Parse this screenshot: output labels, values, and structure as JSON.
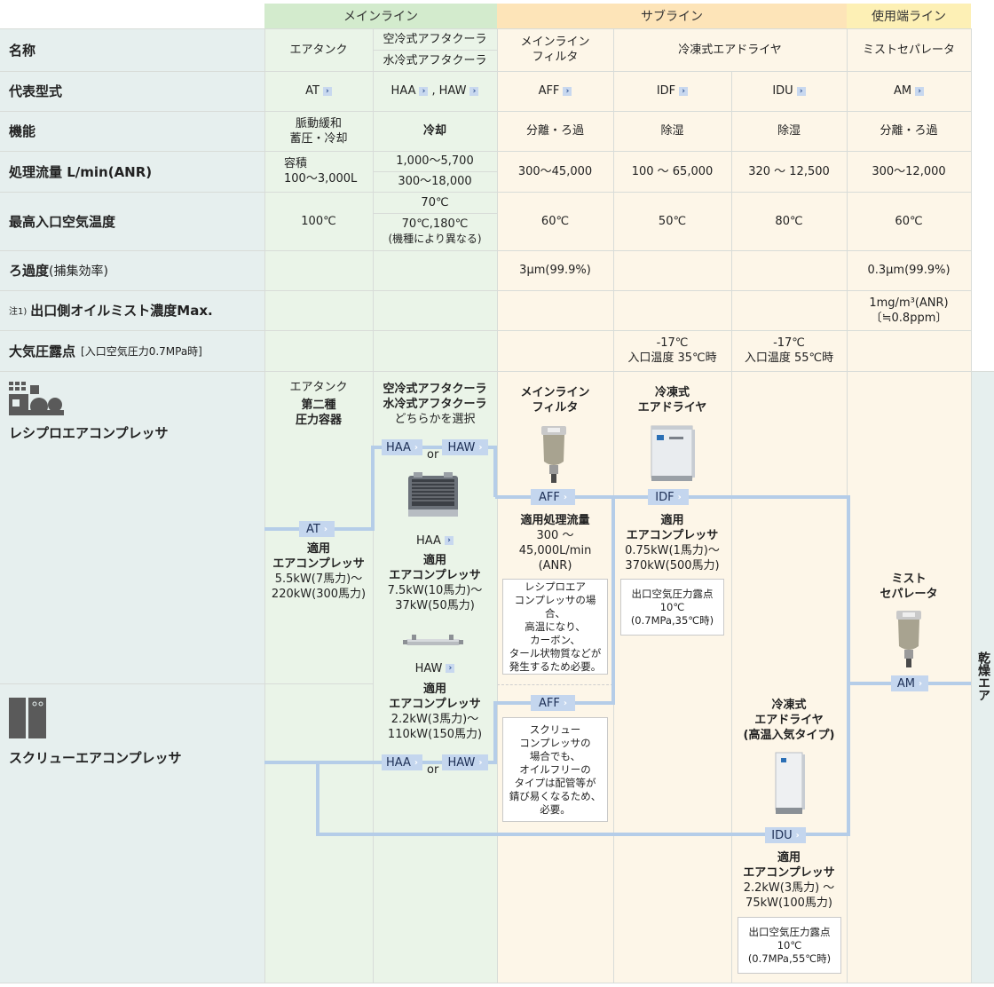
{
  "header": {
    "main_line": "メインライン",
    "sub_line": "サブライン",
    "end_line": "使用端ライン"
  },
  "rows": {
    "name": "名称",
    "model": "代表型式",
    "function": "機能",
    "flow": "処理流量 L/min(ANR)",
    "temp": "最高入口空気温度",
    "filtration": "ろ過度",
    "filtration_sub": "(捕集効率)",
    "oil_note": "注1)",
    "oil": "出口側オイルミスト濃度Max.",
    "dew": "大気圧露点",
    "dew_sub": "[入口空気圧力0.7MPa時]"
  },
  "cols": {
    "tank": {
      "name": "エアタンク",
      "model": "AT",
      "function_1": "脈動緩和",
      "function_2": "蓄圧・冷却",
      "flow_1": "容積",
      "flow_2": "100〜3,000L",
      "temp": "100℃"
    },
    "aftercooler": {
      "name_1": "空冷式アフタクーラ",
      "name_2": "水冷式アフタクーラ",
      "model_1": "HAA",
      "model_sep": ",",
      "model_2": "HAW",
      "function": "冷却",
      "flow_1": "1,000〜5,700",
      "flow_2": "300〜18,000",
      "temp_1": "70℃",
      "temp_2": "70℃,180℃",
      "temp_3": "(機種により異なる)"
    },
    "filter": {
      "name_1": "メインライン",
      "name_2": "フィルタ",
      "model": "AFF",
      "function": "分離・ろ過",
      "flow": "300〜45,000",
      "temp": "60℃",
      "filtration": "3µm(99.9%)"
    },
    "idf": {
      "name": "冷凍式エアドライヤ",
      "model": "IDF",
      "function": "除湿",
      "flow": "100 〜 65,000",
      "temp": "50℃",
      "dew_1": "-17℃",
      "dew_2": "入口温度 35℃時"
    },
    "idu": {
      "model": "IDU",
      "function": "除湿",
      "flow": "320 〜 12,500",
      "temp": "80℃",
      "dew_1": "-17℃",
      "dew_2": "入口温度 55℃時"
    },
    "mist": {
      "name": "ミストセパレータ",
      "model": "AM",
      "function": "分離・ろ過",
      "flow": "300〜12,000",
      "temp": "60℃",
      "filtration": "0.3µm(99.9%)",
      "oil_1": "1mg/m³(ANR)",
      "oil_2": "〔≒0.8ppm〕"
    }
  },
  "diagram": {
    "recip_label": "レシプロエアコンプレッサ",
    "screw_label": "スクリューエアコンプレッサ",
    "tank_title": "エアタンク",
    "tank_sub_1": "第二種",
    "tank_sub_2": "圧力容器",
    "tank_app_1": "適用",
    "tank_app_2": "エアコンプレッサ",
    "tank_app_3": "5.5kW(7馬力)〜",
    "tank_app_4": "220kW(300馬力)",
    "ac_title_1": "空冷式アフタクーラ",
    "ac_title_2": "水冷式アフタクーラ",
    "ac_title_3": "どちらかを選択",
    "or": "or",
    "haa_app_1": "適用",
    "haa_app_2": "エアコンプレッサ",
    "haa_app_3": "7.5kW(10馬力)〜",
    "haa_app_4": "37kW(50馬力)",
    "haw_app_1": "適用",
    "haw_app_2": "エアコンプレッサ",
    "haw_app_3": "2.2kW(3馬力)〜",
    "haw_app_4": "110kW(150馬力)",
    "aff_title_1": "メインライン",
    "aff_title_2": "フィルタ",
    "aff_app_1": "適用処理流量",
    "aff_app_2": "300 〜",
    "aff_app_3": "45,000L/min",
    "aff_app_4": "(ANR)",
    "aff_note_recip": [
      "レシプロエア",
      "コンプレッサの場合、",
      "高温になり、",
      "カーボン、",
      "タール状物質などが",
      "発生するため必要。"
    ],
    "aff_note_screw": [
      "スクリュー",
      "コンプレッサの",
      "場合でも、",
      "オイルフリーの",
      "タイプは配管等が",
      "錆び易くなるため、",
      "必要。"
    ],
    "idf_title_1": "冷凍式",
    "idf_title_2": "エアドライヤ",
    "idf_app_1": "適用",
    "idf_app_2": "エアコンプレッサ",
    "idf_app_3": "0.75kW(1馬力)〜",
    "idf_app_4": "370kW(500馬力)",
    "idf_note": [
      "出口空気圧力露点",
      "10℃",
      "(0.7MPa,35℃時)"
    ],
    "idu_title_1": "冷凍式",
    "idu_title_2": "エアドライヤ",
    "idu_title_3": "(高温入気タイプ)",
    "idu_app_1": "適用",
    "idu_app_2": "エアコンプレッサ",
    "idu_app_3": "2.2kW(3馬力) 〜",
    "idu_app_4": "75kW(100馬力)",
    "idu_note": [
      "出口空気圧力露点",
      "10℃",
      "(0.7MPa,55℃時)"
    ],
    "mist_title_1": "ミスト",
    "mist_title_2": "セパレータ",
    "dry_air": "乾燥エア"
  },
  "colors": {
    "label_bg": "#e6efee",
    "main_bg": "#eaf4e8",
    "main_header": "#d3ebcd",
    "sub_bg": "#fdf6e8",
    "sub_header": "#fde4b8",
    "end_header": "#fdf0b5",
    "end_bg": "#fdf6e8",
    "pipe": "#b5cde8",
    "pill": "#c4d6ee"
  }
}
